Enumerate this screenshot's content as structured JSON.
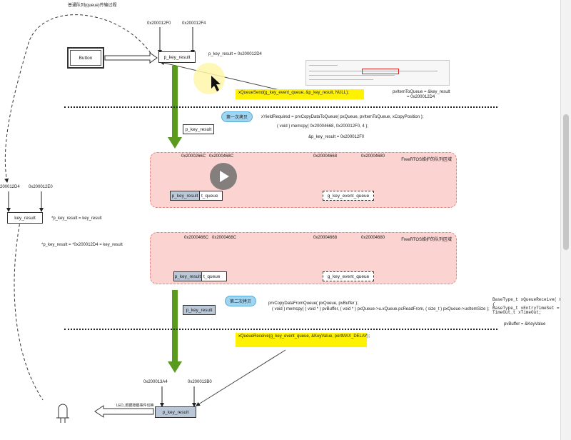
{
  "title": "普通队列(queue)传输过程",
  "top": {
    "addr_left": "0x200012F0",
    "addr_right": "0x200012F4",
    "button_label": "Button",
    "p_key_result_label": "p_key_result",
    "p_key_result_eq": "p_key_result = 0x200012D4"
  },
  "send_call": "xQueueSend(g_key_event_queue, &p_key_result, NULL);",
  "pvitem_line1": "pvItemToQueue = &key_result",
  "pvitem_line2": "= 0x200012D4",
  "copy1": {
    "bubble": "第一次拷贝",
    "p_key_result_label": "p_key_result",
    "line1": "xYieldRequired = prvCopyDataToQueue( pxQueue, pvItemToQueue, xCopyPosition );",
    "line2": "( void ) memcpy( 0x20004668, 0x200012F0, 4 );",
    "line3": "&p_key_result = 0x200012F0"
  },
  "region1": {
    "title": "FreeRTOS维护的队列区域",
    "addr1": "0x2000266C",
    "addr2": "0x2000468C",
    "addr3": "0x20004668",
    "addr4": "0x20004680",
    "box_left_a": "p_key_result",
    "box_left_b": "t_queue",
    "box_right": "g_key_event_queue"
  },
  "left": {
    "addr_left": "200012D4",
    "addr_right": "0x200012E0",
    "key_result": "key_result",
    "eq1": "*p_key_result = key_result",
    "eq2": "*p_key_result = *0x200012D4 = key_result"
  },
  "region2": {
    "title": "FreeRTOS维护的队列区域",
    "addr1": "0x2000466C",
    "addr2": "0x2000468C",
    "addr3": "0x20004668",
    "addr4": "0x20004680",
    "box_left_a": "p_key_result",
    "box_left_b": "t_queue",
    "box_right": "g_key_event_queue"
  },
  "copy2": {
    "bubble": "第二次拷贝",
    "p_key_result_label": "p_key_result",
    "line1": "prvCopyDataFromQueue( pxQueue, pvBuffer );",
    "line2": "( void ) memcpy( ( void * ) pvBuffer, ( void * ) pxQueue->u.xQueue.pcReadFrom, ( size_t ) pxQueue->uxItemSize );"
  },
  "code_right": {
    "line1": "BaseType_t xQueueReceive( Que",
    "line2": "{",
    "line3": "BaseType_t xEntryTimeSet = pd",
    "line4": "TimeOut_t xTimeOut;",
    "pvbuffer": "pvBuffer = &KeyValue"
  },
  "receive_call": "xQueueReceive(g_key_event_queue, &KeyValue, portMAX_DELAY);",
  "bottom": {
    "addr_left": "0x200013A4",
    "addr_right": "0x200013B0",
    "p_key_result_label": "p_key_result",
    "led_label": "LED_根据按键事件切换"
  },
  "colors": {
    "green_arrow": "#5a9a1e",
    "region_fill": "#fbd3d0",
    "highlight": "#fff200",
    "bubble": "#9fd5f0",
    "blue_box": "#b9c7d6"
  }
}
